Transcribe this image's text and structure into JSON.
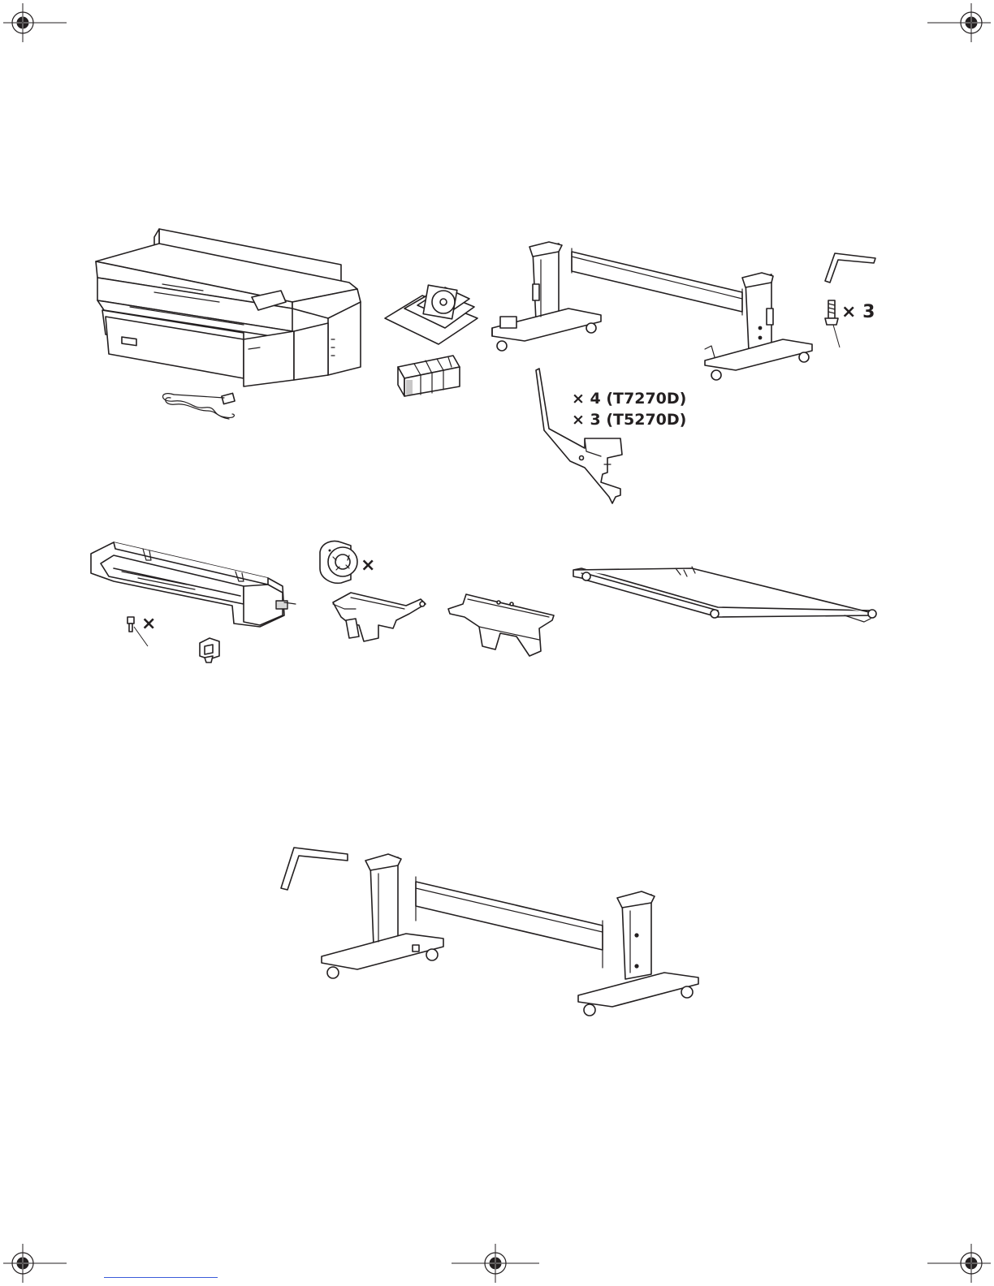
{
  "labels": {
    "screw_count": "× 3",
    "bracket_count_t7270d": "× 4 (T7270D)",
    "bracket_count_t5270d": "× 3 (T5270D)",
    "spindle_adapter_multiplier": "×",
    "small_screw_multiplier": "×"
  },
  "icons": [
    "registration-mark-icon",
    "printer-illustration",
    "power-cord-illustration",
    "documents-cd-illustration",
    "ink-cartridges-illustration",
    "stand-illustration",
    "hex-wrench-icon",
    "screw-icon",
    "paper-basket-bracket-illustration",
    "stacker-illustration",
    "spindle-adapter-illustration",
    "cable-holder-illustration",
    "roll-holder-illustration",
    "paper-basket-illustration"
  ]
}
